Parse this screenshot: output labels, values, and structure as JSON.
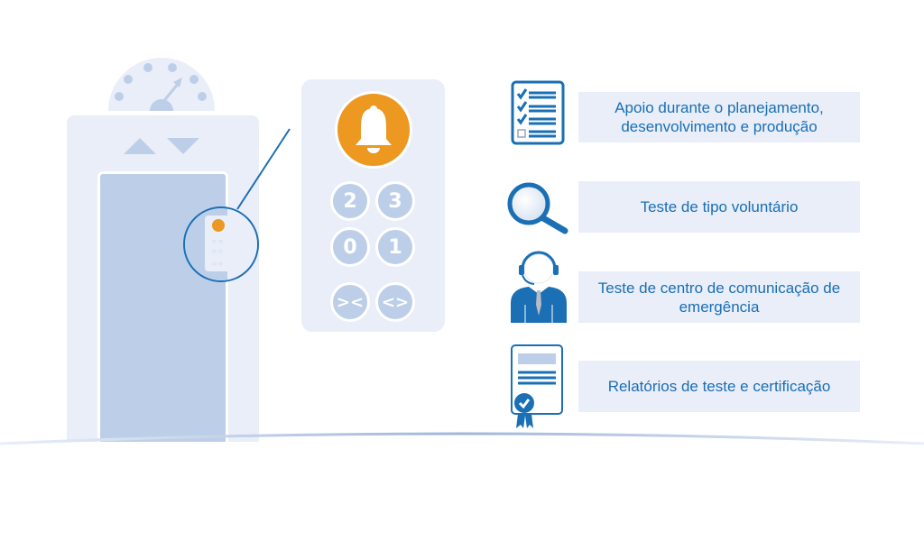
{
  "colors": {
    "primary_blue": "#1a6fb5",
    "light_panel": "#e9eef8",
    "mid_blue": "#bdcfe8",
    "alarm_orange": "#ec9821"
  },
  "elevator": {
    "icons": [
      "gauge-icon",
      "arrow-up-icon",
      "arrow-down-icon"
    ]
  },
  "keypad": {
    "alarm_icon": "bell-icon",
    "keys": [
      {
        "label": "2"
      },
      {
        "label": "3"
      },
      {
        "label": "0"
      },
      {
        "label": "1"
      },
      {
        "label": "><",
        "icon": "door-close-icon"
      },
      {
        "label": "<>",
        "icon": "door-open-icon"
      }
    ]
  },
  "services": [
    {
      "icon": "checklist-icon",
      "label": "Apoio durante o planejamento, desenvolvimento e produção"
    },
    {
      "icon": "magnifier-icon",
      "label": "Teste de tipo voluntário"
    },
    {
      "icon": "headset-operator-icon",
      "label": "Teste de centro de comunicação de emergência"
    },
    {
      "icon": "certificate-icon",
      "label": "Relatórios de teste e certificação"
    }
  ]
}
